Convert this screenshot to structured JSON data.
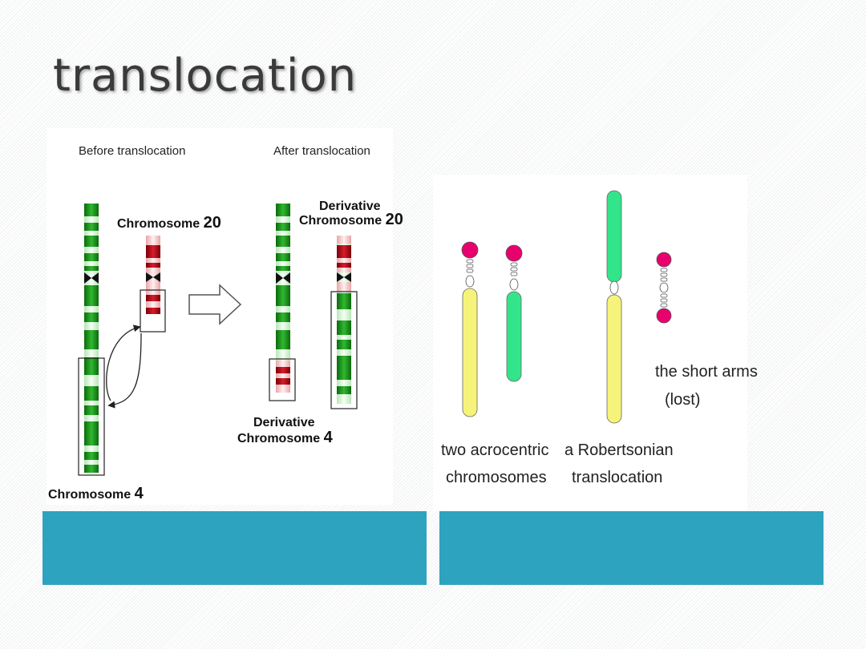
{
  "slide": {
    "title": "translocation"
  },
  "left_diagram": {
    "before_label": "Before translocation",
    "after_label": "After translocation",
    "chr20_label": "Chromosome",
    "chr20_num": "20",
    "deriv20_label_1": "Derivative",
    "deriv20_label_2": "Chromosome",
    "deriv20_num": "20",
    "deriv4_label_1": "Derivative",
    "deriv4_label_2": "Chromosome",
    "deriv4_num": "4",
    "chr4_label": "Chromosome",
    "chr4_num": "4",
    "colors": {
      "green": "#1a8a1a",
      "red": "#b0101a",
      "arrow": "#555555"
    }
  },
  "right_diagram": {
    "two_acrocentric_1": "two acrocentric",
    "two_acrocentric_2": "chromosomes",
    "robertsonian_1": "a Robertsonian",
    "robertsonian_2": "translocation",
    "short_arms_1": "the short arms",
    "short_arms_2": "(lost)",
    "colors": {
      "yellow": "#f6f37a",
      "green": "#33e58a",
      "magenta": "#e8006e"
    }
  },
  "captions": {
    "left": "",
    "right": ""
  }
}
